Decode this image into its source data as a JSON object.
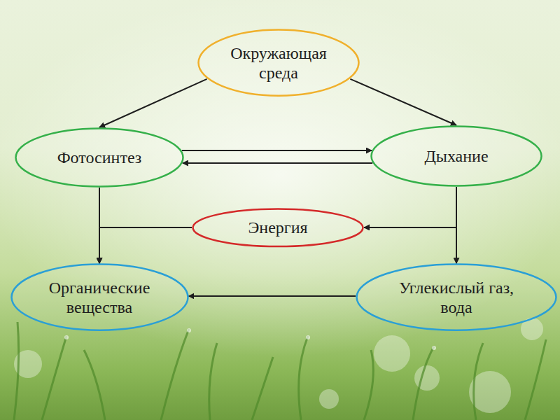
{
  "diagram": {
    "nodes": [
      {
        "text": [
          "Окружающая среда"
        ]
      },
      {
        "text": [
          "Фотосинтез"
        ]
      },
      {
        "text": [
          "Дыхание"
        ]
      },
      {
        "text": [
          "Энергия"
        ]
      },
      {
        "text": [
          "Органические вещества"
        ]
      },
      {
        "text": [
          "Углекислый газ, вода"
        ]
      }
    ],
    "edges": [
      {
        "from": 0,
        "to": 1,
        "arrow": "to"
      },
      {
        "from": 0,
        "to": 2,
        "arrow": "to"
      },
      {
        "from": 1,
        "to": 2,
        "arrow": "to"
      },
      {
        "from": 2,
        "to": 1,
        "arrow": "to"
      },
      {
        "from": 1,
        "to": 4,
        "arrow": "to"
      },
      {
        "from": 2,
        "to": 5,
        "arrow": "to"
      },
      {
        "from": 2,
        "to": 3,
        "arrow": "to"
      },
      {
        "from": 3,
        "to": 4,
        "arrow": "to"
      },
      {
        "from": 5,
        "to": 4,
        "arrow": "to"
      }
    ]
  }
}
